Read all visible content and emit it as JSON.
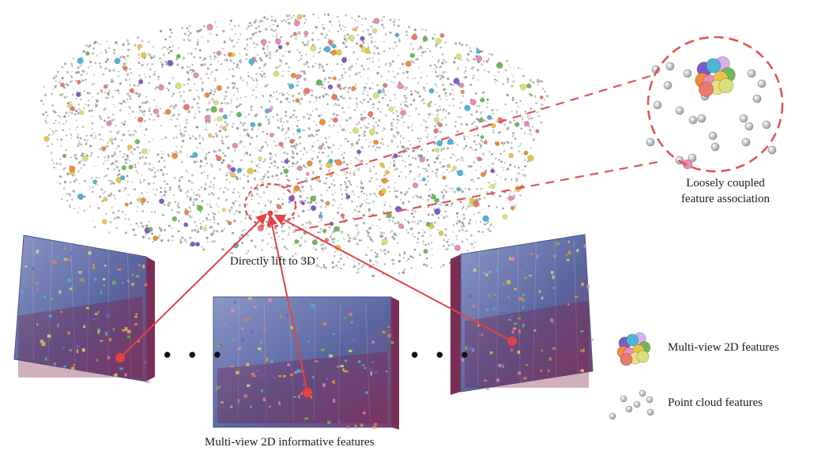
{
  "labels": {
    "lift": "Directly lift to 3D",
    "loose_line1": "Loosely coupled",
    "loose_line2": "feature association",
    "informative": "Multi-view 2D informative features",
    "legend_mv": "Multi-view 2D features",
    "legend_pc": "Point cloud features",
    "ellipsis": "• • •"
  },
  "colors": {
    "arrow": "#e04444",
    "dashed": "#e05555",
    "panel_face": "#5d6aa6",
    "panel_side": "#7b2e55",
    "point": "#b9b9b9",
    "feature_palette": [
      "#e9c34b",
      "#6fb85a",
      "#e87a6a",
      "#7c5cc9",
      "#4fb3d8",
      "#f08c3a",
      "#d9e07a",
      "#e98bb6"
    ]
  },
  "icons": {
    "point_cloud": "point-cloud-scene",
    "feature_cluster": "feature-cluster-icon",
    "point_sphere": "point-sphere-icon"
  }
}
